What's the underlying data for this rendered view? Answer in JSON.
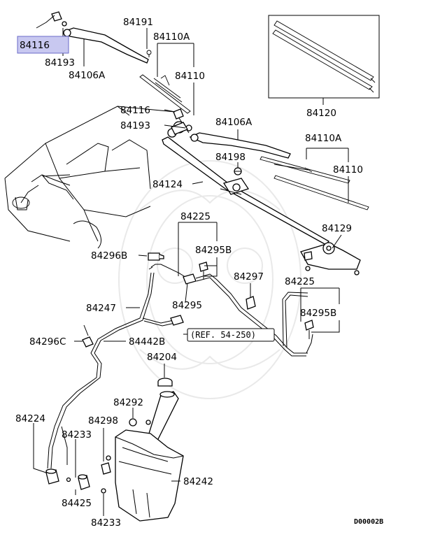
{
  "diagram_code": "D00002B",
  "ref_note": "(REF. 54-250)",
  "highlight_color": "#c8c8f0",
  "labels": {
    "p84116_hl": "84116",
    "p84193_a": "84193",
    "p84106A_a": "84106A",
    "p84191": "84191",
    "p84110A_a": "84110A",
    "p84110_a": "84110",
    "p84120": "84120",
    "p84116_b": "84116",
    "p84193_b": "84193",
    "p84106A_b": "84106A",
    "p84198": "84198",
    "p84110A_b": "84110A",
    "p84110_b": "84110",
    "p84124": "84124",
    "p84225_a": "84225",
    "p84129": "84129",
    "p84296B": "84296B",
    "p84295B_a": "84295B",
    "p84297": "84297",
    "p84225_b": "84225",
    "p84247": "84247",
    "p84295": "84295",
    "p84295B_b": "84295B",
    "p84296C": "84296C",
    "p84442B": "84442B",
    "p84204": "84204",
    "p84292": "84292",
    "p84224": "84224",
    "p84298": "84298",
    "p84233_a": "84233",
    "p84242": "84242",
    "p84425": "84425",
    "p84233_b": "84233"
  }
}
